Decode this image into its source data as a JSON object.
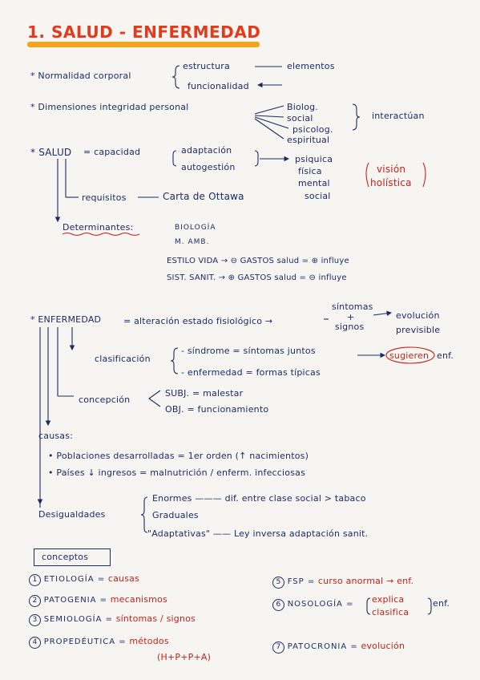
{
  "title": "1. SALUD - ENFERMEDAD",
  "normalidad": {
    "label": "* Normalidad corporal",
    "estructura": "estructura",
    "elementos": "elementos",
    "funcionalidad": "funcionalidad"
  },
  "dimensiones": {
    "label": "* Dimensiones integridad personal",
    "items": [
      "Biolog.",
      "social",
      "psicolog.",
      "espiritual"
    ],
    "interactuan": "interactúan"
  },
  "salud": {
    "label": "* SALUD",
    "eq": "= capacidad",
    "adaptacion": "adaptación",
    "autogestion": "autogestión",
    "dims": [
      "psiquica",
      "física",
      "mental",
      "social"
    ],
    "vision": "visión",
    "holistica": "holística",
    "requisitos": "requisitos",
    "carta": "Carta de Ottawa",
    "determinantes": "Determinantes:",
    "det_items": [
      "BIOLOGÍA",
      "M. AMB.",
      "ESTILO VIDA → ⊖ GASTOS salud = ⊕ influye",
      "SIST. SANIT. → ⊕ GASTOS salud = ⊖ influye"
    ]
  },
  "enfermedad": {
    "label": "* ENFERMEDAD",
    "eq": "= alteración estado fisiológico →",
    "sintomas": "síntomas",
    "plus": "+",
    "signos": "signos",
    "evolucion": "evolución",
    "previsible": "previsible",
    "clasificacion": "clasificación",
    "sindrome": "- síndrome = síntomas juntos",
    "sugieren": "sugieren",
    "enf": "enf.",
    "enfermedad_def": "- enfermedad = formas típicas",
    "concepcion": "concepción",
    "subj": "SUBJ. = malestar",
    "obj": "OBJ. = funcionamiento",
    "causas": "causas:",
    "causa1": "• Poblaciones desarrolladas = 1er orden (↑ nacimientos)",
    "causa2": "• Países ↓ ingresos = malnutrición / enferm. infecciosas",
    "desigualdades": "Desigualdades",
    "des1": "Enormes ——— dif. entre clase social > tabaco",
    "des2": "Graduales",
    "des3": "\"Adaptativas\" —— Ley inversa adaptación sanit."
  },
  "conceptos": {
    "heading": "conceptos",
    "items": [
      {
        "n": "1",
        "term": "ETIOLOGÍA =",
        "def": "causas"
      },
      {
        "n": "2",
        "term": "PATOGENIA =",
        "def": "mecanismos"
      },
      {
        "n": "3",
        "term": "SEMIOLOGÍA =",
        "def": "síntomas / signos"
      },
      {
        "n": "4",
        "term": "PROPEDÉUTICA =",
        "def": "métodos",
        "sub": "(H+P+P+A)"
      },
      {
        "n": "5",
        "term": "FSP =",
        "def": "curso anormal → enf."
      },
      {
        "n": "6",
        "term": "NOSOLOGÍA =",
        "def1": "explica",
        "def2": "clasifica",
        "enf": "enf."
      },
      {
        "n": "7",
        "term": "PATOCRONIA =",
        "def": "evolución"
      }
    ]
  },
  "colors": {
    "ink": "#1d2a66",
    "red": "#c8201c",
    "title": "#e23a1c",
    "highlight": "#f0a61c"
  }
}
